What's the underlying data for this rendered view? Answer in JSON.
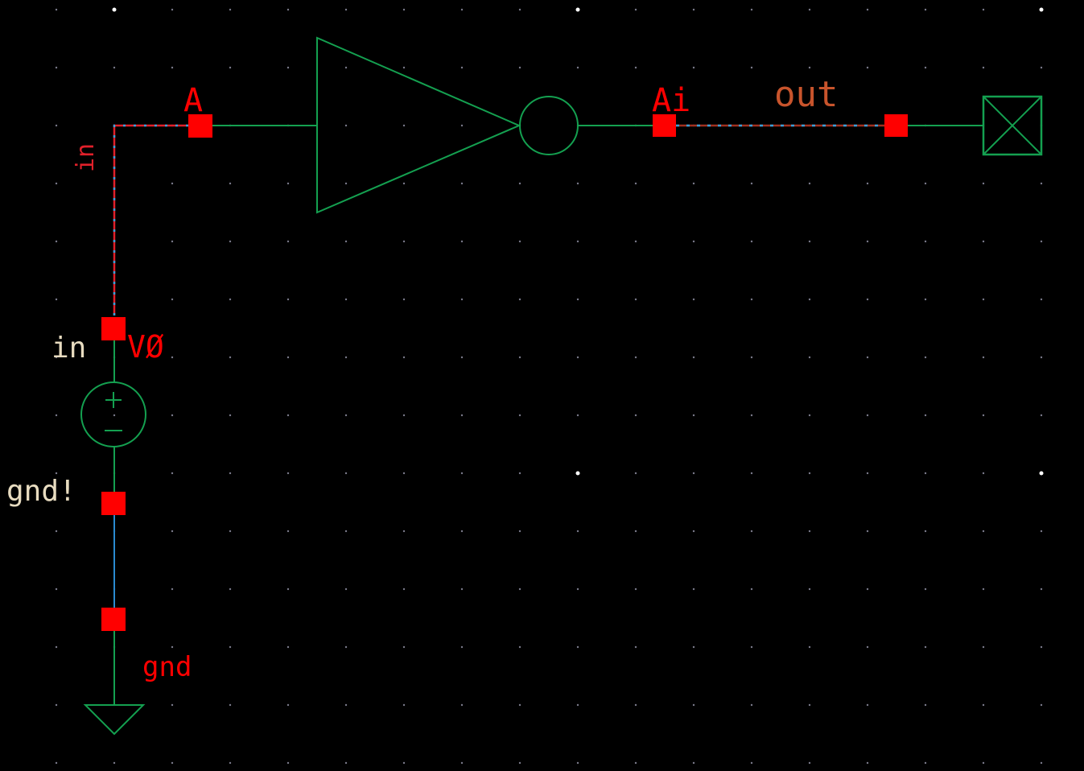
{
  "schematic": {
    "labels": {
      "pin_a": "A",
      "pin_ai": "Ai",
      "net_in_rotated": "in",
      "net_in": "in",
      "source_name": "VØ",
      "net_out": "out",
      "net_gnd_bang": "gnd!",
      "gnd_instance": "gnd"
    },
    "colors": {
      "background": "#000000",
      "component": "#14a050",
      "pin": "#ff0000",
      "selected_wire_red": "#e0202a",
      "selected_wire_blue": "#3aa0d8",
      "net_label": "#e8dcc0",
      "out_label": "#c8542c",
      "gnd_wire": "#2a8ad0",
      "grid": "#7a7a8a"
    }
  }
}
